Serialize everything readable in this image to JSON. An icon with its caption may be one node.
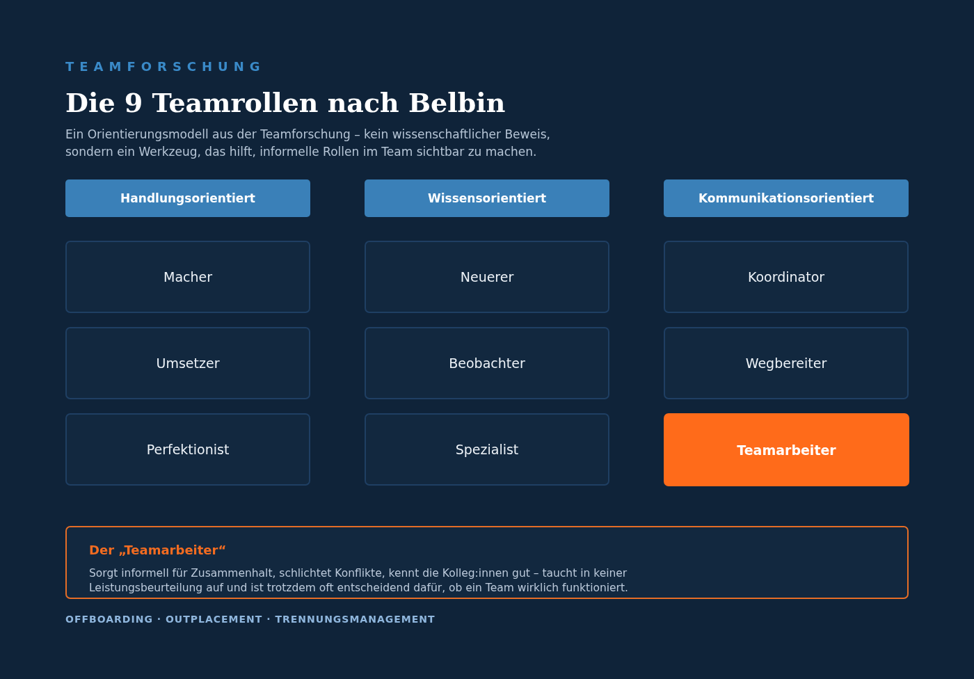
{
  "diagram": {
    "title": "Die 9 Teamrollen nach Belbin",
    "nodes": [
      {
        "text": [
          "Handlungsorientiert"
        ]
      },
      {
        "text": [
          "Wissensorientiert"
        ]
      },
      {
        "text": [
          "Kommunikationsorientiert"
        ]
      },
      {
        "text": [
          "Macher"
        ]
      },
      {
        "text": [
          "Neuerer"
        ]
      },
      {
        "text": [
          "Koordinator"
        ]
      },
      {
        "text": [
          "Umsetzer"
        ]
      },
      {
        "text": [
          "Beobachter"
        ]
      },
      {
        "text": [
          "Wegbereiter"
        ]
      },
      {
        "text": [
          "Perfektionist"
        ]
      },
      {
        "text": [
          "Spezialist"
        ]
      },
      {
        "text": [
          "Teamarbeiter"
        ]
      },
      {
        "text": [
          "Der „Teamarbeiter“",
          "Sorgt informell für Zusammenhalt, schlichtet Konflikte, kennt die Kolleg:innen gut – taucht in keiner Leistungsbeurteilung auf und ist trotzdem oft entscheidend dafür, ob ein Team wirklich funktioniert."
        ]
      }
    ],
    "labels": [
      "TEAMFORSCHUNG",
      "Ein Orientierungsmodell aus der Teamforschung – kein wissenschaftlicher Beweis, sondern ein Werkzeug, das hilft, informelle Rollen im Team sichtbar zu machen.",
      "OFFBOARDING · OUTPLACEMENT · TRENNUNGSMANAGEMENT"
    ]
  }
}
